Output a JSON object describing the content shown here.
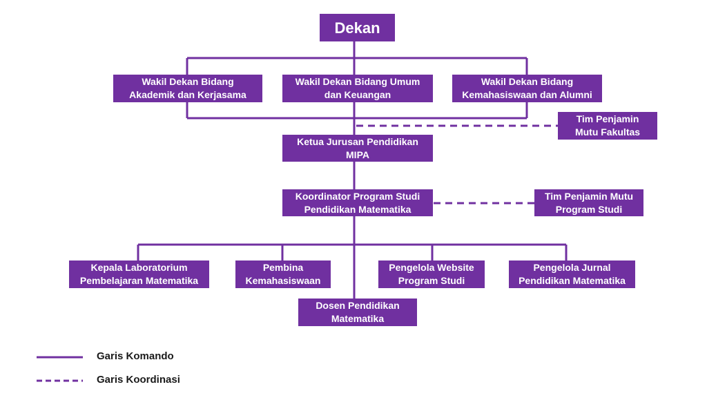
{
  "colors": {
    "box_fill": "#7030a0",
    "line": "#7030a0",
    "text": "#ffffff",
    "legend_text": "#1a1a1a"
  },
  "nodes": {
    "dekan": {
      "label": "Dekan"
    },
    "wd1": {
      "label": "Wakil Dekan Bidang Akademik dan Kerjasama"
    },
    "wd2": {
      "label": "Wakil Dekan Bidang Umum dan Keuangan"
    },
    "wd3": {
      "label": "Wakil Dekan Bidang Kemahasiswaan dan Alumni"
    },
    "tpmf": {
      "label": "Tim Penjamin Mutu Fakultas"
    },
    "kajur": {
      "label": "Ketua Jurusan Pendidikan MIPA"
    },
    "koorprodi": {
      "label": "Koordinator Program Studi Pendidikan Matematika"
    },
    "tpmps": {
      "label": "Tim Penjamin Mutu Program Studi"
    },
    "kalab": {
      "label": "Kepala Laboratorium Pembelajaran Matematika"
    },
    "pembina": {
      "label": "Pembina Kemahasiswaan"
    },
    "web": {
      "label": "Pengelola Website Program Studi"
    },
    "jurnal": {
      "label": "Pengelola Jurnal Pendidikan Matematika"
    },
    "dosen": {
      "label": "Dosen Pendidikan Matematika"
    }
  },
  "edges": {
    "command": [
      [
        "dekan",
        "wd1"
      ],
      [
        "dekan",
        "wd2"
      ],
      [
        "dekan",
        "wd3"
      ],
      [
        "wd1",
        "kajur"
      ],
      [
        "wd2",
        "kajur"
      ],
      [
        "wd3",
        "kajur"
      ],
      [
        "kajur",
        "koorprodi"
      ],
      [
        "koorprodi",
        "kalab"
      ],
      [
        "koorprodi",
        "pembina"
      ],
      [
        "koorprodi",
        "web"
      ],
      [
        "koorprodi",
        "jurnal"
      ],
      [
        "koorprodi",
        "dosen"
      ]
    ],
    "coordination": [
      [
        "kajur",
        "tpmf"
      ],
      [
        "koorprodi",
        "tpmps"
      ]
    ]
  },
  "legend": {
    "command": "Garis Komando",
    "coordination": "Garis Koordinasi"
  }
}
